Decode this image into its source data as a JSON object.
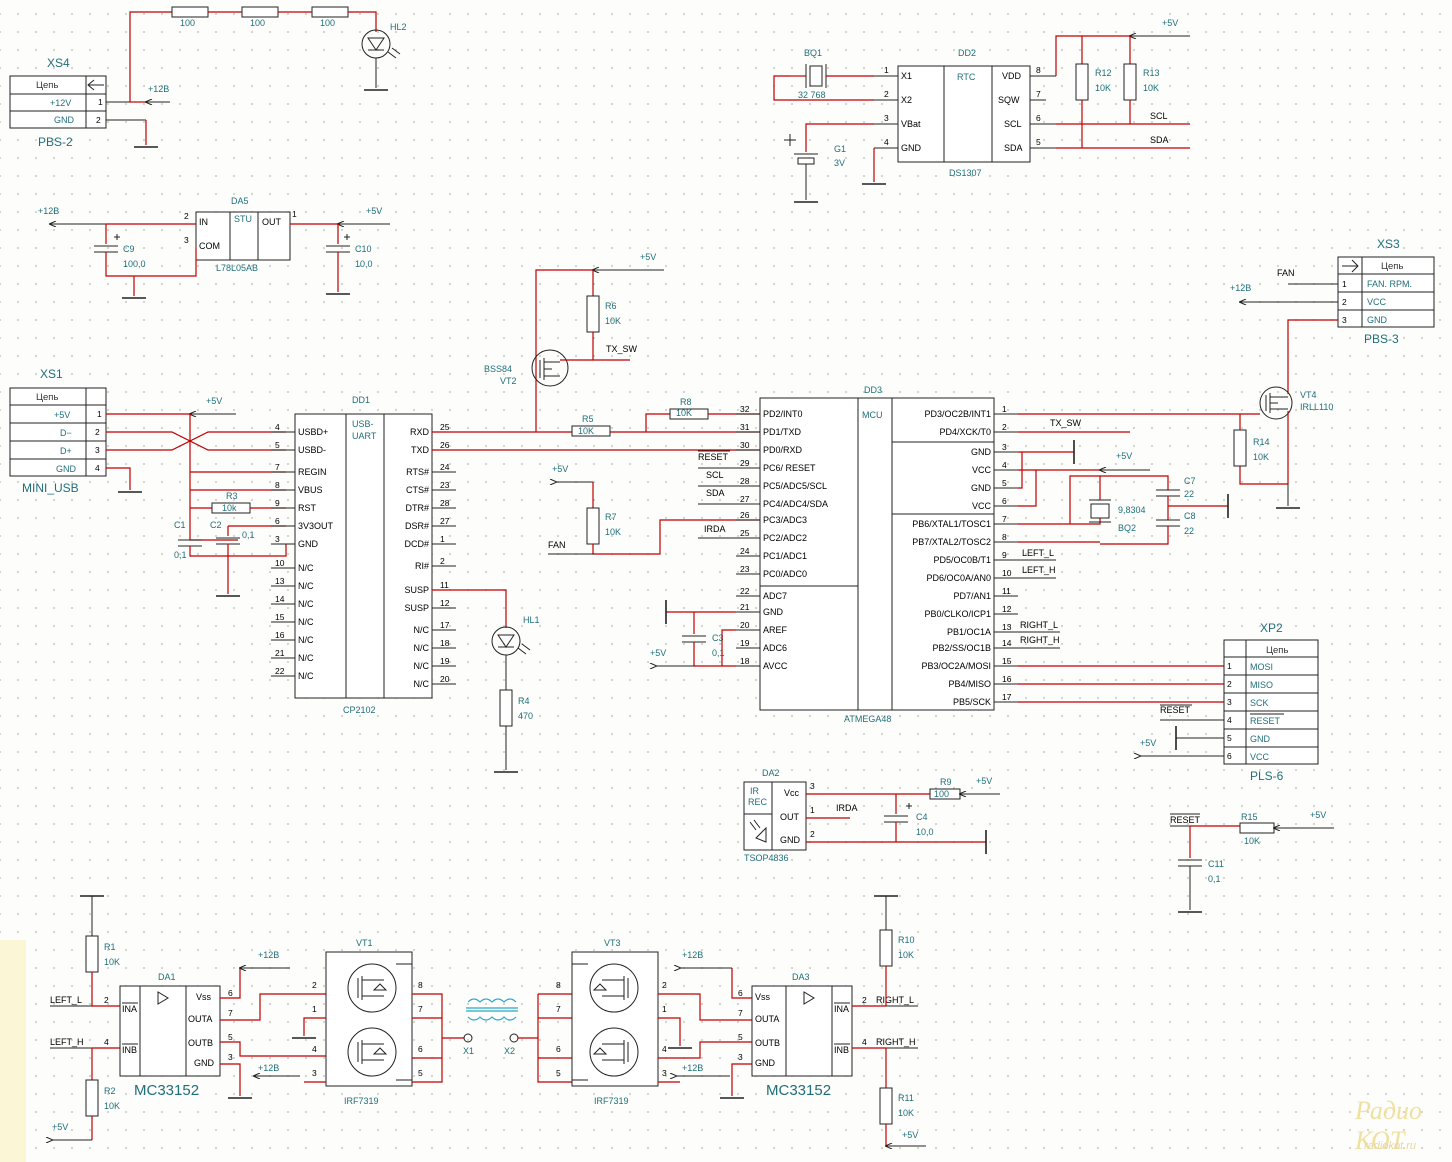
{
  "power": {
    "p12": "+12В",
    "p5": "+5V"
  },
  "xs4": {
    "name": "XS4",
    "header": "Цепь",
    "pins": [
      "+12V",
      "GND"
    ],
    "nums": [
      "1",
      "2"
    ],
    "type": "PBS-2"
  },
  "hl2": {
    "name": "HL2",
    "resistors": [
      "100",
      "100",
      "100"
    ]
  },
  "dd2": {
    "name": "DD2",
    "func": "RTC",
    "part": "DS1307",
    "left": [
      "X1",
      "X2",
      "VBat",
      "GND"
    ],
    "left_nums": [
      "1",
      "2",
      "3",
      "4"
    ],
    "right": [
      "VDD",
      "SQW",
      "SCL",
      "SDA"
    ],
    "right_nums": [
      "8",
      "7",
      "6",
      "5"
    ]
  },
  "bq1": {
    "name": "BQ1",
    "value": "32 768"
  },
  "g1": {
    "name": "G1",
    "value": "3V"
  },
  "r12": {
    "name": "R12",
    "value": "10K"
  },
  "r13": {
    "name": "R13",
    "value": "10K"
  },
  "nets": {
    "scl": "SCL",
    "sda": "SDA",
    "fan": "FAN",
    "tx_sw": "TX_SW",
    "reset": "RESET",
    "irda": "IRDA",
    "left_l": "LEFT_L",
    "left_h": "LEFT_H",
    "right_l": "RIGHT_L",
    "right_h": "RIGHT_H"
  },
  "da5": {
    "name": "DA5",
    "func": "STU",
    "part": "L78L05AB",
    "pins": [
      "IN",
      "COM",
      "OUT"
    ],
    "nums": [
      "2",
      "3",
      "1"
    ]
  },
  "c9": {
    "name": "C9",
    "value": "100,0"
  },
  "c10": {
    "name": "C10",
    "value": "10,0"
  },
  "xs3": {
    "name": "XS3",
    "header": "Цепь",
    "pins": [
      "FAN. RPM.",
      "VCC",
      "GND"
    ],
    "nums": [
      "1",
      "2",
      "3"
    ],
    "type": "PBS-3"
  },
  "vt4": {
    "name": "VT4",
    "part": "IRLL110"
  },
  "r14": {
    "name": "R14",
    "value": "10K"
  },
  "vt2": {
    "name": "VT2",
    "part": "BSS84"
  },
  "r6": {
    "name": "R6",
    "value": "10K"
  },
  "r5": {
    "name": "R5",
    "value": "10K"
  },
  "r8": {
    "name": "R8",
    "value": "10K"
  },
  "r7": {
    "name": "R7",
    "value": "10K"
  },
  "r3": {
    "name": "R3",
    "value": "10k"
  },
  "r4": {
    "name": "R4",
    "value": "470"
  },
  "c1": {
    "name": "C1",
    "value": "0,1"
  },
  "c2": {
    "name": "C2",
    "value": "0,1"
  },
  "c3": {
    "name": "C3",
    "value": "0,1"
  },
  "c7": {
    "name": "C7",
    "value": "22"
  },
  "c8": {
    "name": "C8",
    "value": "22"
  },
  "bq2": {
    "name": "BQ2",
    "value": "9,8304"
  },
  "hl1": {
    "name": "HL1"
  },
  "xs1": {
    "name": "XS1",
    "header": "Цепь",
    "pins": [
      "+5V",
      "D−",
      "D+",
      "GND"
    ],
    "nums": [
      "1",
      "2",
      "3",
      "4"
    ],
    "type": "MINI_USB"
  },
  "dd1": {
    "name": "DD1",
    "func": [
      "USB-",
      "UART"
    ],
    "part": "CP2102",
    "left": [
      "USBD+",
      "USBD-",
      "REGIN",
      "VBUS",
      "RST",
      "3V3OUT",
      "GND",
      "N/C",
      "N/C",
      "N/C",
      "N/C",
      "N/C",
      "N/C",
      "N/C"
    ],
    "left_nums": [
      "4",
      "5",
      "7",
      "8",
      "9",
      "6",
      "3",
      "10",
      "13",
      "14",
      "15",
      "16",
      "21",
      "22"
    ],
    "right": [
      "RXD",
      "TXD",
      "RTS#",
      "CTS#",
      "DTR#",
      "DSR#",
      "DCD#",
      "RI#",
      "SUSP",
      "SUSP",
      "N/C",
      "N/C",
      "N/C",
      "N/C"
    ],
    "right_nums": [
      "25",
      "26",
      "24",
      "23",
      "28",
      "27",
      "1",
      "2",
      "11",
      "12",
      "17",
      "18",
      "19",
      "20"
    ]
  },
  "dd3": {
    "name": "DD3",
    "func": "MCU",
    "part": "ATMEGA48",
    "left": [
      "PD2/INT0",
      "PD1/TXD",
      "PD0/RXD",
      "PC6/ RESET",
      "PC5/ADC5/SCL",
      "PC4/ADC4/SDA",
      "PC3/ADC3",
      "PC2/ADC2",
      "PC1/ADC1",
      "PC0/ADC0",
      "ADC7",
      "GND",
      "AREF",
      "ADC6",
      "AVCC"
    ],
    "left_nums": [
      "32",
      "31",
      "30",
      "29",
      "28",
      "27",
      "26",
      "25",
      "24",
      "23",
      "22",
      "21",
      "20",
      "19",
      "18"
    ],
    "right": [
      "PD3/OC2B/INT1",
      "PD4/XCK/T0",
      "GND",
      "VCC",
      "GND",
      "VCC",
      "PB6/XTAL1/TOSC1",
      "PB7/XTAL2/TOSC2",
      "PD5/OC0B/T1",
      "PD6/OC0A/AN0",
      "PD7/AN1",
      "PB0/CLKO/ICP1",
      "PB1/OC1A",
      "PB2/SS/OC1B",
      "PB3/OC2A/MOSI",
      "PB4/MISO",
      "PB5/SCK"
    ],
    "right_nums": [
      "1",
      "2",
      "3",
      "4",
      "5",
      "6",
      "7",
      "8",
      "9",
      "10",
      "11",
      "12",
      "13",
      "14",
      "15",
      "16",
      "17"
    ]
  },
  "xp2": {
    "name": "XP2",
    "header": "Цепь",
    "pins": [
      "MOSI",
      "MISO",
      "SCK",
      "RESET",
      "GND",
      "VCC"
    ],
    "nums": [
      "1",
      "2",
      "3",
      "4",
      "5",
      "6"
    ],
    "type": "PLS-6"
  },
  "da2": {
    "name": "DA2",
    "func": [
      "IR",
      "REC"
    ],
    "part": "TSOP4836",
    "pins": [
      "Vcc",
      "OUT",
      "GND"
    ],
    "nums": [
      "3",
      "1",
      "2"
    ]
  },
  "r9": {
    "name": "R9",
    "value": "100"
  },
  "c4": {
    "name": "C4",
    "value": "10,0"
  },
  "r15": {
    "name": "R15",
    "value": "10K"
  },
  "c11": {
    "name": "C11",
    "value": "0,1"
  },
  "da1": {
    "name": "DA1",
    "part": "MC33152",
    "left": [
      "INA",
      "INB"
    ],
    "left_nums": [
      "2",
      "4"
    ],
    "right": [
      "Vss",
      "OUTA",
      "OUTB",
      "GND"
    ],
    "right_nums": [
      "6",
      "7",
      "5",
      "3"
    ]
  },
  "da3": {
    "name": "DA3",
    "part": "MC33152",
    "left": [
      "INA",
      "INB"
    ],
    "left_nums": [
      "2",
      "4"
    ],
    "right": [
      "Vss",
      "OUTA",
      "OUTB",
      "GND"
    ],
    "right_nums": [
      "6",
      "7",
      "5",
      "3"
    ]
  },
  "vt1": {
    "name": "VT1",
    "part": "IRF7319",
    "nums": [
      "2",
      "1",
      "4",
      "3",
      "8",
      "7",
      "6",
      "5"
    ]
  },
  "vt3": {
    "name": "VT3",
    "part": "IRF7319",
    "nums": [
      "8",
      "7",
      "6",
      "5",
      "2",
      "1",
      "4",
      "3"
    ]
  },
  "r1": {
    "name": "R1",
    "value": "10K"
  },
  "r2": {
    "name": "R2",
    "value": "10K"
  },
  "r10": {
    "name": "R10",
    "value": "10K"
  },
  "r11": {
    "name": "R11",
    "value": "10K"
  },
  "x1": {
    "name": "X1"
  },
  "x2": {
    "name": "X2"
  },
  "watermark": {
    "main": "Радио КОТ",
    "url": "radiokot.ru"
  }
}
